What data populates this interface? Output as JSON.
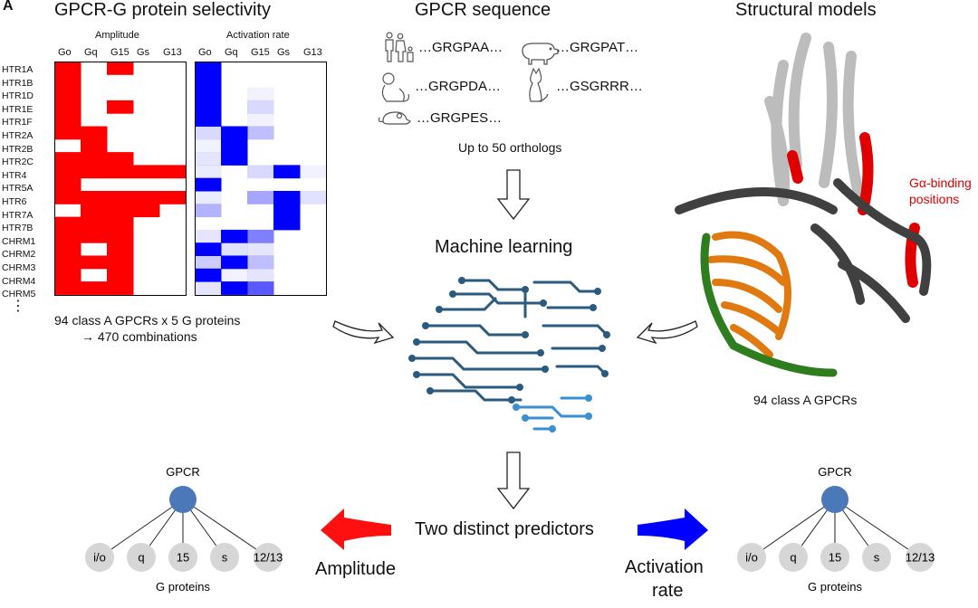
{
  "panel_letter": "A",
  "section_titles": {
    "selectivity": "GPCR-G protein selectivity",
    "sequence": "GPCR sequence",
    "structure": "Structural models"
  },
  "heatmaps": {
    "amplitude_title": "Amplitude",
    "activation_title": "Activation rate",
    "columns": [
      "Go",
      "Gq",
      "G15",
      "Gs",
      "G13"
    ],
    "rows": [
      "HTR1A",
      "HTR1B",
      "HTR1D",
      "HTR1E",
      "HTR1F",
      "HTR2A",
      "HTR2B",
      "HTR2C",
      "HTR4",
      "HTR5A",
      "HTR6",
      "HTR7A",
      "HTR7B",
      "CHRM1",
      "CHRM2",
      "CHRM3",
      "CHRM4",
      "CHRM5"
    ],
    "ellipsis": "⋮",
    "amplitude_color": "#ff0000",
    "activation_color": "#0000ff",
    "amplitude": [
      [
        1,
        0,
        1,
        0,
        0
      ],
      [
        1,
        0,
        0,
        0,
        0
      ],
      [
        1,
        0,
        0,
        0,
        0
      ],
      [
        1,
        0,
        1,
        0,
        0
      ],
      [
        1,
        0,
        0,
        0,
        0
      ],
      [
        1,
        1,
        0,
        0,
        0
      ],
      [
        0,
        1,
        0,
        0,
        0
      ],
      [
        1,
        1,
        1,
        0,
        0
      ],
      [
        1,
        1,
        1,
        1,
        1
      ],
      [
        1,
        0,
        0,
        0,
        0
      ],
      [
        1,
        1,
        1,
        1,
        1
      ],
      [
        0,
        1,
        1,
        1,
        0
      ],
      [
        1,
        1,
        1,
        0,
        0
      ],
      [
        1,
        1,
        1,
        0,
        0
      ],
      [
        1,
        0,
        1,
        0,
        0
      ],
      [
        1,
        1,
        1,
        0,
        0
      ],
      [
        1,
        0,
        1,
        0,
        0
      ],
      [
        1,
        1,
        1,
        0,
        0
      ]
    ],
    "activation": [
      [
        1,
        0,
        0,
        0,
        0
      ],
      [
        1,
        0,
        0,
        0,
        0
      ],
      [
        1,
        0,
        0.05,
        0,
        0
      ],
      [
        1,
        0,
        0.15,
        0,
        0
      ],
      [
        1,
        0,
        0.05,
        0,
        0
      ],
      [
        0.15,
        1,
        0.25,
        0,
        0
      ],
      [
        0.05,
        1,
        0,
        0,
        0
      ],
      [
        0.1,
        1,
        0,
        0,
        0
      ],
      [
        0.08,
        0,
        0.15,
        1,
        0.05
      ],
      [
        1,
        0,
        0,
        0,
        0
      ],
      [
        0.08,
        0,
        0.35,
        1,
        0.12
      ],
      [
        0.3,
        0,
        0,
        1,
        0
      ],
      [
        0,
        0,
        0,
        1,
        0
      ],
      [
        0.1,
        1,
        0.5,
        0,
        0
      ],
      [
        1,
        0.12,
        0.1,
        0,
        0
      ],
      [
        0.2,
        1,
        0.25,
        0,
        0
      ],
      [
        1,
        0.05,
        0.1,
        0,
        0
      ],
      [
        0.1,
        1,
        0.65,
        0,
        0
      ]
    ],
    "caption_line1": "94 class A GPCRs x 5 G proteins",
    "caption_line2": "→ 470 combinations"
  },
  "sequences": [
    {
      "icon": "human-family-icon",
      "text": "…GRGPAA…"
    },
    {
      "icon": "pig-icon",
      "text": "…GRGPAT…"
    },
    {
      "icon": "monkey-icon",
      "text": "…GRGPDA…"
    },
    {
      "icon": "cat-icon",
      "text": "…GSGRRR…"
    },
    {
      "icon": "mouse-icon",
      "text": "…GRGPES…"
    }
  ],
  "orthologs_label": "Up to 50 orthologs",
  "machine_learning_label": "Machine learning",
  "brain_colors": {
    "dark": "#2b5a7f",
    "light": "#3a8fd0"
  },
  "structure": {
    "binding_label_line1": "Gα-binding",
    "binding_label_line2": "positions",
    "binding_color": "#e00000",
    "caption": "94 class A GPCRs",
    "helix_colors": {
      "receptor": "#d0d0d0",
      "g_alpha": "#404040",
      "g_beta": "#e07a10",
      "g_gamma": "#2e7d1e"
    }
  },
  "predictors_label": "Two distinct predictors",
  "amplitude_label": "Amplitude",
  "activation_label_line1": "Activation",
  "activation_label_line2": "rate",
  "arrow_colors": {
    "amplitude": "#ff1010",
    "activation": "#0000ff"
  },
  "trees": {
    "root_label": "GPCR",
    "root_color": "#4a78b8",
    "leaf_color": "#d6d6d6",
    "leaves": [
      "i/o",
      "q",
      "15",
      "s",
      "12/13"
    ],
    "footer": "G proteins"
  }
}
